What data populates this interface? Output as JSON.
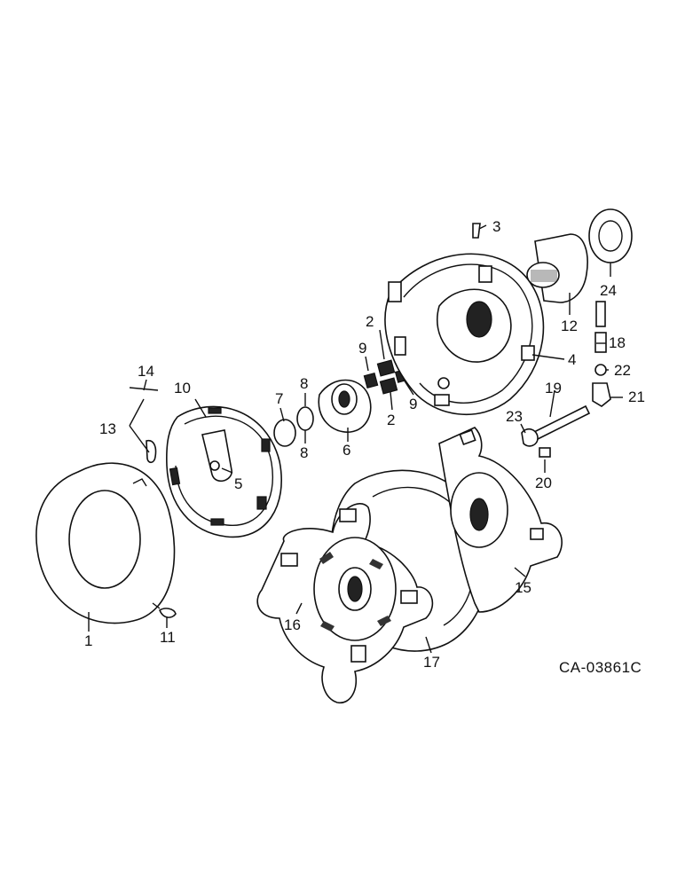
{
  "diagram": {
    "code": "CA-03861C",
    "callouts": {
      "c1": "1",
      "c2a": "2",
      "c2b": "2",
      "c3": "3",
      "c4": "4",
      "c5": "5",
      "c6": "6",
      "c7": "7",
      "c8a": "8",
      "c8b": "8",
      "c9a": "9",
      "c9b": "9",
      "c10": "10",
      "c11": "11",
      "c12": "12",
      "c13": "13",
      "c14": "14",
      "c15": "15",
      "c16": "16",
      "c17": "17",
      "c18": "18",
      "c19": "19",
      "c20": "20",
      "c21": "21",
      "c22": "22",
      "c23": "23",
      "c24": "24"
    }
  }
}
